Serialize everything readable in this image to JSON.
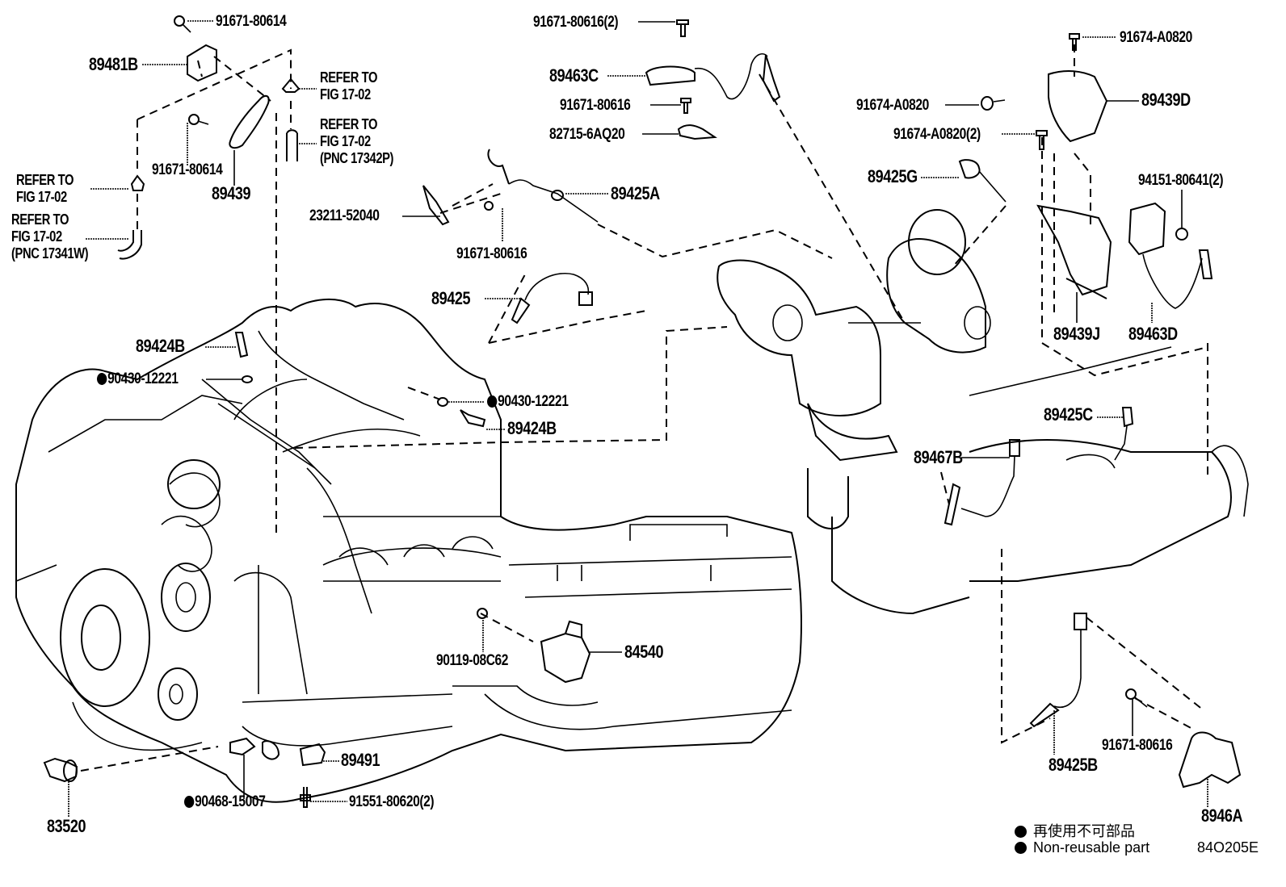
{
  "diagram": {
    "title": "Engine sensors parts diagram",
    "figure_code": "84O205E",
    "legend": {
      "japanese": "再使用不可部品",
      "english": "Non-reusable part",
      "symbol": "filled-circle"
    },
    "callouts": [
      {
        "id": "c1",
        "text": "91671-80614",
        "non_reusable": false
      },
      {
        "id": "c2",
        "text": "89481B",
        "non_reusable": false
      },
      {
        "id": "c3",
        "text": "REFER TO",
        "line2": "FIG 17-02",
        "non_reusable": false
      },
      {
        "id": "c4",
        "text": "REFER TO",
        "line2": "FIG 17-02",
        "line3": "(PNC 17342P)",
        "non_reusable": false
      },
      {
        "id": "c5",
        "text": "91671-80614",
        "non_reusable": false
      },
      {
        "id": "c6",
        "text": "89439",
        "non_reusable": false
      },
      {
        "id": "c7",
        "text": "REFER TO",
        "line2": "FIG 17-02",
        "non_reusable": false
      },
      {
        "id": "c8",
        "text": "REFER TO",
        "line2": "FIG 17-02",
        "line3": "(PNC 17341W)",
        "non_reusable": false
      },
      {
        "id": "c9",
        "text": "91671-80616(2)",
        "non_reusable": false
      },
      {
        "id": "c10",
        "text": "89463C",
        "non_reusable": false
      },
      {
        "id": "c11",
        "text": "91671-80616",
        "non_reusable": false
      },
      {
        "id": "c12",
        "text": "82715-6AQ20",
        "non_reusable": false
      },
      {
        "id": "c13",
        "text": "89425A",
        "non_reusable": false
      },
      {
        "id": "c14",
        "text": "23211-52040",
        "non_reusable": false
      },
      {
        "id": "c15",
        "text": "91671-80616",
        "non_reusable": false
      },
      {
        "id": "c16",
        "text": "89425",
        "non_reusable": false
      },
      {
        "id": "c17",
        "text": "89424B",
        "non_reusable": false
      },
      {
        "id": "c18",
        "text": "90430-12221",
        "non_reusable": true
      },
      {
        "id": "c19",
        "text": "90430-12221",
        "non_reusable": true
      },
      {
        "id": "c20",
        "text": "89424B",
        "non_reusable": false
      },
      {
        "id": "c21",
        "text": "91674-A0820",
        "non_reusable": false
      },
      {
        "id": "c22",
        "text": "91674-A0820",
        "non_reusable": false
      },
      {
        "id": "c23",
        "text": "89439D",
        "non_reusable": false
      },
      {
        "id": "c24",
        "text": "91674-A0820(2)",
        "non_reusable": false
      },
      {
        "id": "c25",
        "text": "89425G",
        "non_reusable": false
      },
      {
        "id": "c26",
        "text": "94151-80641(2)",
        "non_reusable": false
      },
      {
        "id": "c27",
        "text": "89439J",
        "non_reusable": false
      },
      {
        "id": "c28",
        "text": "89463D",
        "non_reusable": false
      },
      {
        "id": "c29",
        "text": "89425C",
        "non_reusable": false
      },
      {
        "id": "c30",
        "text": "89467B",
        "non_reusable": false
      },
      {
        "id": "c31",
        "text": "84540",
        "non_reusable": false
      },
      {
        "id": "c32",
        "text": "90119-08C62",
        "non_reusable": false
      },
      {
        "id": "c33",
        "text": "89491",
        "non_reusable": false
      },
      {
        "id": "c34",
        "text": "90468-15007",
        "non_reusable": true
      },
      {
        "id": "c35",
        "text": "91551-80620(2)",
        "non_reusable": false
      },
      {
        "id": "c36",
        "text": "83520",
        "non_reusable": false
      },
      {
        "id": "c37",
        "text": "89425B",
        "non_reusable": false
      },
      {
        "id": "c38",
        "text": "91671-80616",
        "non_reusable": false
      },
      {
        "id": "c39",
        "text": "8946A",
        "non_reusable": false
      }
    ]
  }
}
